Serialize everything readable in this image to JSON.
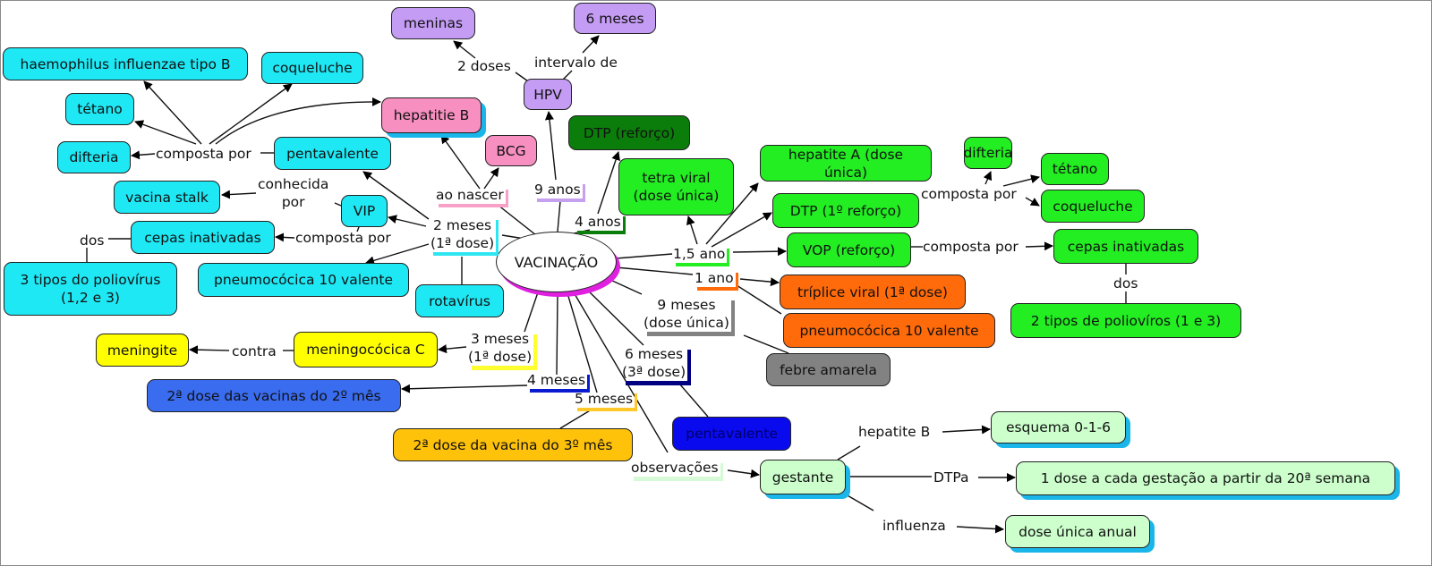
{
  "center": "VACINAÇÃO",
  "colors": {
    "cyan": "#1fe8f5",
    "pink": "#f78fc0",
    "purple": "#c49cf4",
    "dark_green": "#0b7d0b",
    "green": "#22ee22",
    "orange": "#ff6a0a",
    "gray": "#828282",
    "yellow": "#ffff00",
    "blue": "#3a6cf0",
    "navy": "#0a0aef",
    "gold": "#ffc20a",
    "light_green": "#ccffcc",
    "center_shadow": "#e020e0"
  },
  "concepts": {
    "haemophilus": "haemophilus influenzae tipo B",
    "coqueluche_l": "coqueluche",
    "tetano_l": "tétano",
    "difteria_l": "difteria",
    "pentavalente_l": "pentavalente",
    "vacina_stalk": "vacina stalk",
    "vip": "VIP",
    "cepas_l": "cepas inativadas",
    "tres_tipos": "3 tipos do poliovírus\n(1,2 e 3)",
    "pneumo_l": "pneumocócica 10 valente",
    "rotavirus": "rotavírus",
    "hepatitie_b": "hepatitie B",
    "bcg": "BCG",
    "meninas": "meninas",
    "seis_meses": "6 meses",
    "hpv": "HPV",
    "dtp_reforco": "DTP (reforço)",
    "tetra_viral": "tetra viral\n(dose única)",
    "hepatite_a": "hepatite A (dose única)",
    "difteria_r": "difteria",
    "tetano_r": "tétano",
    "dtp_1_reforco": "DTP (1º reforço)",
    "coqueluche_r": "coqueluche",
    "vop": "VOP (reforço)",
    "cepas_r": "cepas inativadas",
    "dois_tipos": "2 tipos de poliovíros (1 e 3)",
    "triplice": "tríplice viral (1ª dose)",
    "pneumo_r": "pneumocócica 10 valente",
    "febre": "febre amarela",
    "meningite": "meningite",
    "meningococica": "meningocócica C",
    "segunda_dose_2": "2ª dose das vacinas do 2º mês",
    "pentavalente_r": "pentavalente",
    "segunda_dose_3": "2ª dose da vacina do 3º mês",
    "gestante": "gestante",
    "esquema": "esquema 0-1-6",
    "uma_dose": "1 dose a cada gestação a partir da 20ª semana",
    "dose_unica_anual": "dose única anual"
  },
  "links": {
    "composta_pentavalente": "composta por",
    "conhecida_por": "conhecida\npor",
    "composta_vip": "composta por",
    "dos_l": "dos",
    "duas_doses": "2 doses",
    "intervalo": "intervalo de",
    "ao_nascer": "ao nascer",
    "nove_anos": "9 anos",
    "quatro_anos": "4 anos",
    "dois_meses": "2 meses\n(1ª dose)",
    "um_e_meio": "1,5 ano",
    "um_ano": "1 ano",
    "nove_meses": "9 meses\n(dose única)",
    "tres_meses": "3 meses\n(1ª dose)",
    "quatro_meses": "4 meses",
    "seis_meses": "6 meses\n(3ª dose)",
    "cinco_meses": "5 meses",
    "observacoes": "observações",
    "contra": "contra",
    "composta_dtp": "composta por",
    "composta_vop": "composta por",
    "dos_r": "dos",
    "hepatite_b": "hepatite B",
    "dtpa": "DTPa",
    "influenza": "influenza"
  }
}
